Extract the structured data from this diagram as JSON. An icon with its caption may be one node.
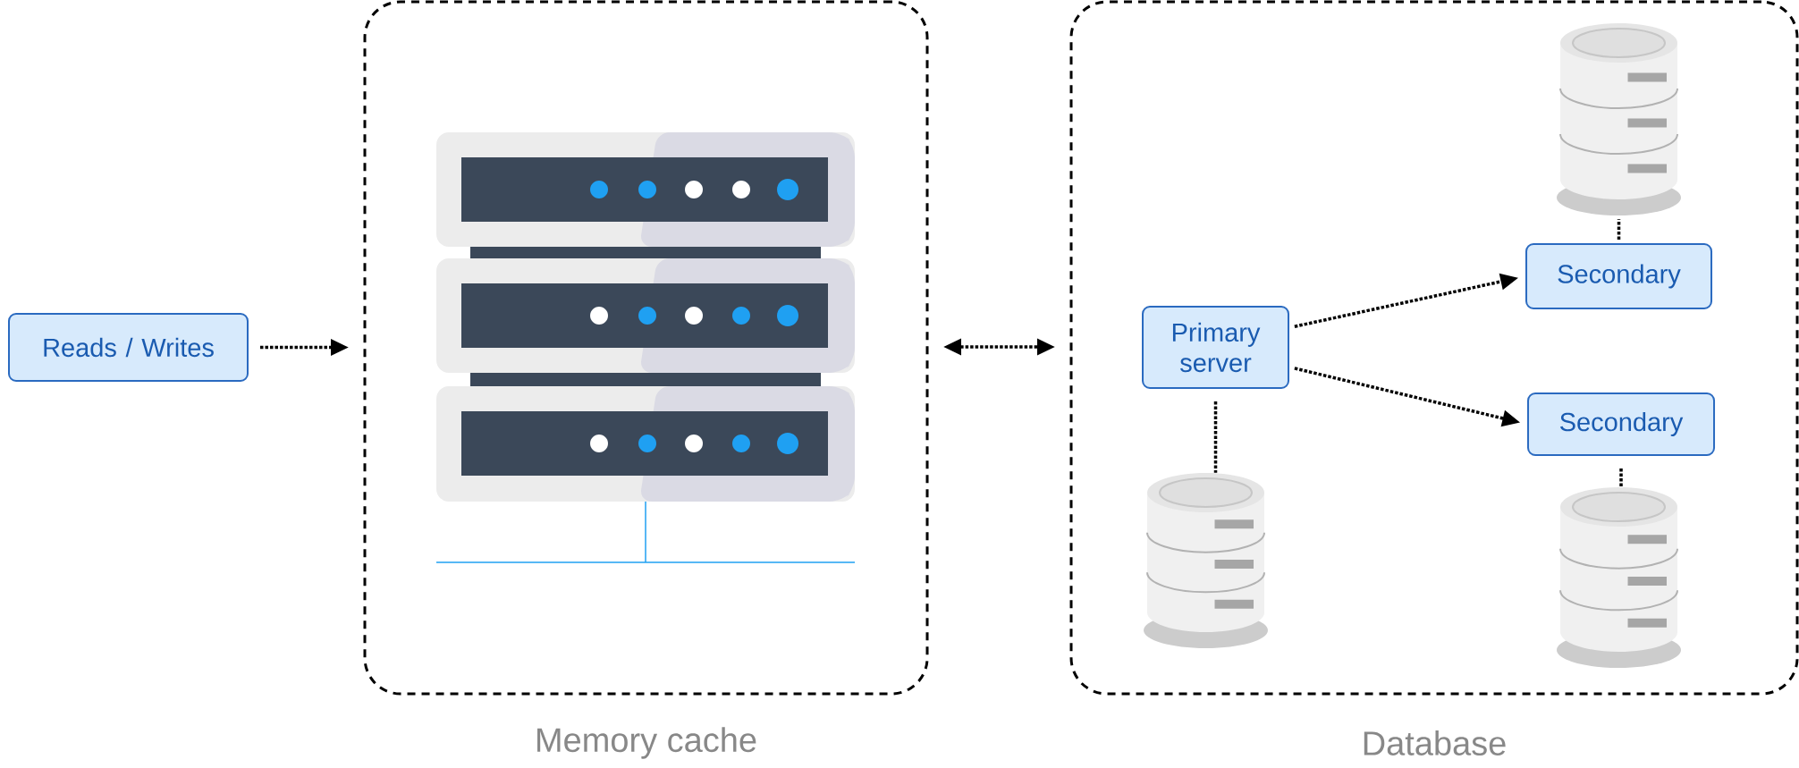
{
  "diagram": {
    "nodes": [
      {
        "text": [
          "Reads / Writes"
        ]
      },
      {
        "text": [
          "Memory cache"
        ]
      },
      {
        "text": [],
        "shape": "picture",
        "in": 1
      },
      {
        "text": [
          "Database"
        ]
      },
      {
        "text": [
          "Primary server"
        ],
        "in": 3
      },
      {
        "text": [
          "Secondary"
        ],
        "in": 3
      },
      {
        "text": [
          "Secondary"
        ],
        "in": 3
      },
      {
        "text": [],
        "shape": "cylinder",
        "in": 3
      },
      {
        "text": [],
        "shape": "cylinder",
        "in": 3
      },
      {
        "text": [],
        "shape": "cylinder",
        "in": 3
      }
    ],
    "edges": [
      {
        "from": 0,
        "to": 1,
        "arrow": "to"
      },
      {
        "from": 1,
        "to": 3,
        "arrow": "both"
      },
      {
        "from": 4,
        "to": 5,
        "arrow": "to"
      },
      {
        "from": 4,
        "to": 6,
        "arrow": "to"
      },
      {
        "from": 4,
        "to": 7,
        "arrow": "none"
      },
      {
        "from": 5,
        "to": 8,
        "arrow": "none"
      },
      {
        "from": 6,
        "to": 9,
        "arrow": "none"
      }
    ]
  }
}
